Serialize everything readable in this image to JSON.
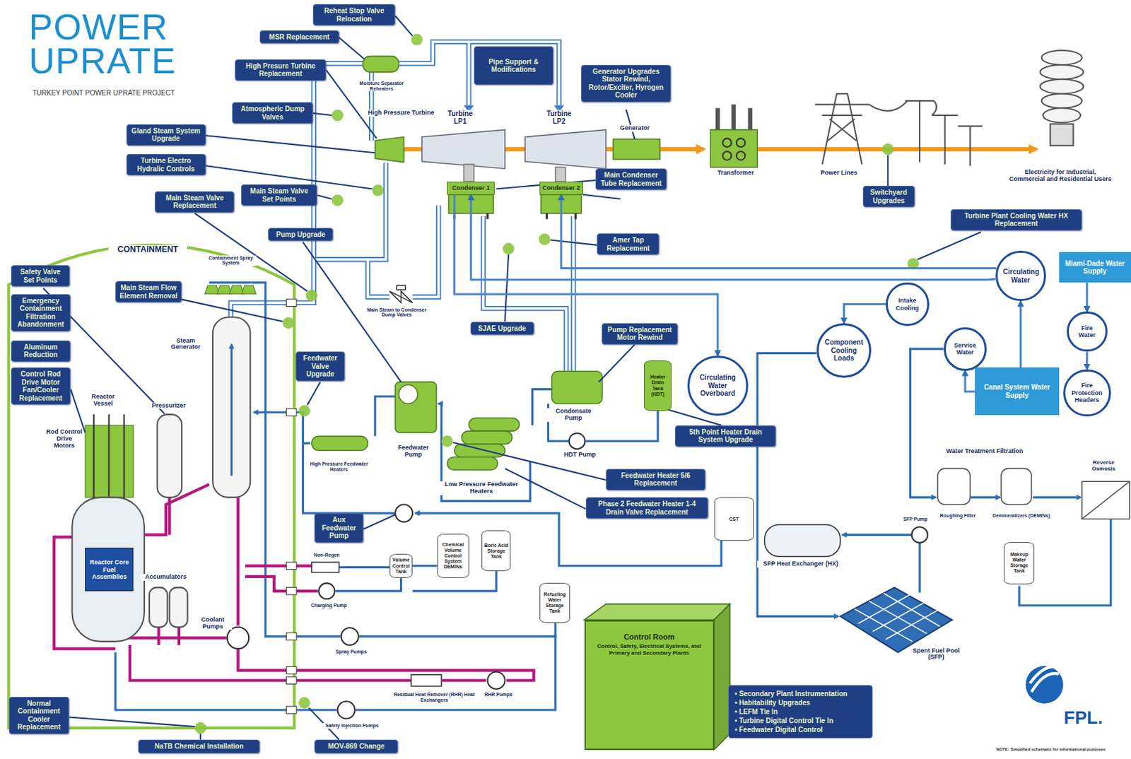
{
  "diagram": {
    "title": "POWER UPRATE",
    "nodes": [
      {
        "text": [
          "Reheat Stop Valve Relocation"
        ]
      },
      {
        "text": [
          "MSR Replacement"
        ]
      },
      {
        "text": [
          "Pipe Support & Modifications"
        ]
      },
      {
        "text": [
          "High Presure Turbine Replacement"
        ]
      },
      {
        "text": [
          "Generator Upgrades Stator Rewind, Rotor/Exciter, Hyrogen Cooler"
        ]
      },
      {
        "text": [
          "Atmospheric Dump Valves"
        ]
      },
      {
        "text": [
          "Gland Steam System Upgrade"
        ]
      },
      {
        "text": [
          "Turbine Electro Hydralic Controls"
        ]
      },
      {
        "text": [
          "Condenser 1"
        ]
      },
      {
        "text": [
          "Condenser 2"
        ]
      },
      {
        "text": [
          "Main Condenser Tube Replacement"
        ]
      },
      {
        "text": [
          "Main Steam Valve Replacement"
        ]
      },
      {
        "text": [
          "Main Steam Valve Set Points"
        ]
      },
      {
        "text": [
          "Switchyard Upgrades"
        ]
      },
      {
        "text": [
          "Turbine Plant Cooling Water HX Replacement"
        ]
      },
      {
        "text": [
          "Pump Upgrade"
        ]
      },
      {
        "text": [
          "Amer Tap Replacement"
        ]
      },
      {
        "text": [
          "Safety Valve Set Points"
        ]
      },
      {
        "text": [
          "Circulating Water"
        ]
      },
      {
        "text": [
          "Miami-Dade Water Supply"
        ]
      },
      {
        "text": [
          "Main Steam Flow Element Removal"
        ]
      },
      {
        "text": [
          "Emergency Containment Filtration Abandonment"
        ]
      },
      {
        "text": [
          "Intake Cooling"
        ]
      },
      {
        "text": [
          "SJAE Upgrade"
        ]
      },
      {
        "text": [
          "Pump Replacement Motor Rewind"
        ]
      },
      {
        "text": [
          "Component Cooling Loads"
        ]
      },
      {
        "text": [
          "Service Water"
        ]
      },
      {
        "text": [
          "Fire Water"
        ]
      },
      {
        "text": [
          "Aluminum Reduction"
        ]
      },
      {
        "text": [
          "Feedwater Valve Upgrade"
        ]
      },
      {
        "text": [
          "Heater Drain Tank (HDT)"
        ]
      },
      {
        "text": [
          "Circulating Water Overboard"
        ]
      },
      {
        "text": [
          "Control Rod Drive Motor Fan/Cooler Replacement"
        ]
      },
      {
        "text": [
          "Canal System Water Supply"
        ]
      },
      {
        "text": [
          "Fire Protection Headers"
        ]
      },
      {
        "text": [
          "5th Point Heater Drain System Upgrade"
        ]
      },
      {
        "text": [
          "Feedwater Heater 5/6 Replacement"
        ]
      },
      {
        "text": [
          "Phase 2 Feedwater Heater 1-4 Drain Valve Replacement"
        ]
      },
      {
        "text": [
          "CST"
        ]
      },
      {
        "text": [
          "Aux Feedwater Pump"
        ]
      },
      {
        "text": [
          "Reactor Core Fuel Assemblies"
        ]
      },
      {
        "text": [
          "Volume Control Tank"
        ]
      },
      {
        "text": [
          "Chemical Volume Control System DEMINs"
        ]
      },
      {
        "text": [
          "Boric Acid Storage Tank"
        ]
      },
      {
        "text": [
          "Makeup Water Storage Tank"
        ]
      },
      {
        "text": [
          "Refueling Water Storage Tank"
        ]
      },
      {
        "text": [
          "Control Room",
          "Control, Safety, Electrical Systems, and Primary and Secondary Plants"
        ]
      },
      {
        "text": [
          "• Secondary Plant Instrumentation",
          "• Habitability Upgrades",
          "• LEFM Tie In",
          "• Turbine Digital Control Tie In",
          "• Feedwater Digital Control"
        ]
      },
      {
        "text": [
          "Normal Containment Cooler Replacement"
        ]
      },
      {
        "text": [
          "NaTB Chemical Installation"
        ]
      },
      {
        "text": [
          "MOV-869 Change"
        ]
      }
    ],
    "edges": [
      {
        "from": 18,
        "to": 9,
        "arrow": "to"
      },
      {
        "from": 18,
        "to": 8,
        "arrow": "to"
      },
      {
        "from": 8,
        "to": 31,
        "arrow": "to"
      },
      {
        "from": 22,
        "to": 25,
        "arrow": "to"
      },
      {
        "from": 33,
        "to": 18,
        "arrow": "to"
      },
      {
        "from": 33,
        "to": 26,
        "arrow": "to"
      },
      {
        "from": 19,
        "to": 27,
        "arrow": "to"
      },
      {
        "from": 27,
        "to": 34,
        "arrow": "to"
      }
    ],
    "labels": [
      "TURKEY POINT POWER UPRATE PROJECT",
      "Moisture Separator Reheaters",
      "High Pressure Turbine",
      "Turbine LP1",
      "Turbine LP2",
      "Generator",
      "Transformer",
      "Power Lines",
      "Electricity for Industrial, Commercial and Residential Users",
      "Main Steam to Condenser Dump Valves",
      "CONTAINMENT",
      "Containment Spray System",
      "Steam Generator",
      "Reactor Vessel",
      "Rod Control Drive Motors",
      "Pressurizer",
      "Accumulators",
      "Coolant Pumps",
      "High Pressure Feedwater Heaters",
      "Feedwater Pump",
      "Low Pressure Feedwater Heaters",
      "Condensate Pump",
      "HDT Pump",
      "Non-Regen",
      "Charging Pump",
      "Spray Pumps",
      "Residual Heat Remover (RHR) Heat Exchangers",
      "RHR Pumps",
      "Safety Injection Pumps",
      "SFP Heat Exchanger (HX)",
      "Spent Fuel Pool (SFP)",
      "SFP Pump",
      "Roughing Filter",
      "Demineralizers (DEMINs)",
      "Water Treatment Filtration",
      "Reverse Osmosis",
      "FPL.",
      "NOTE: Simplified schematic for informational purposes"
    ]
  }
}
